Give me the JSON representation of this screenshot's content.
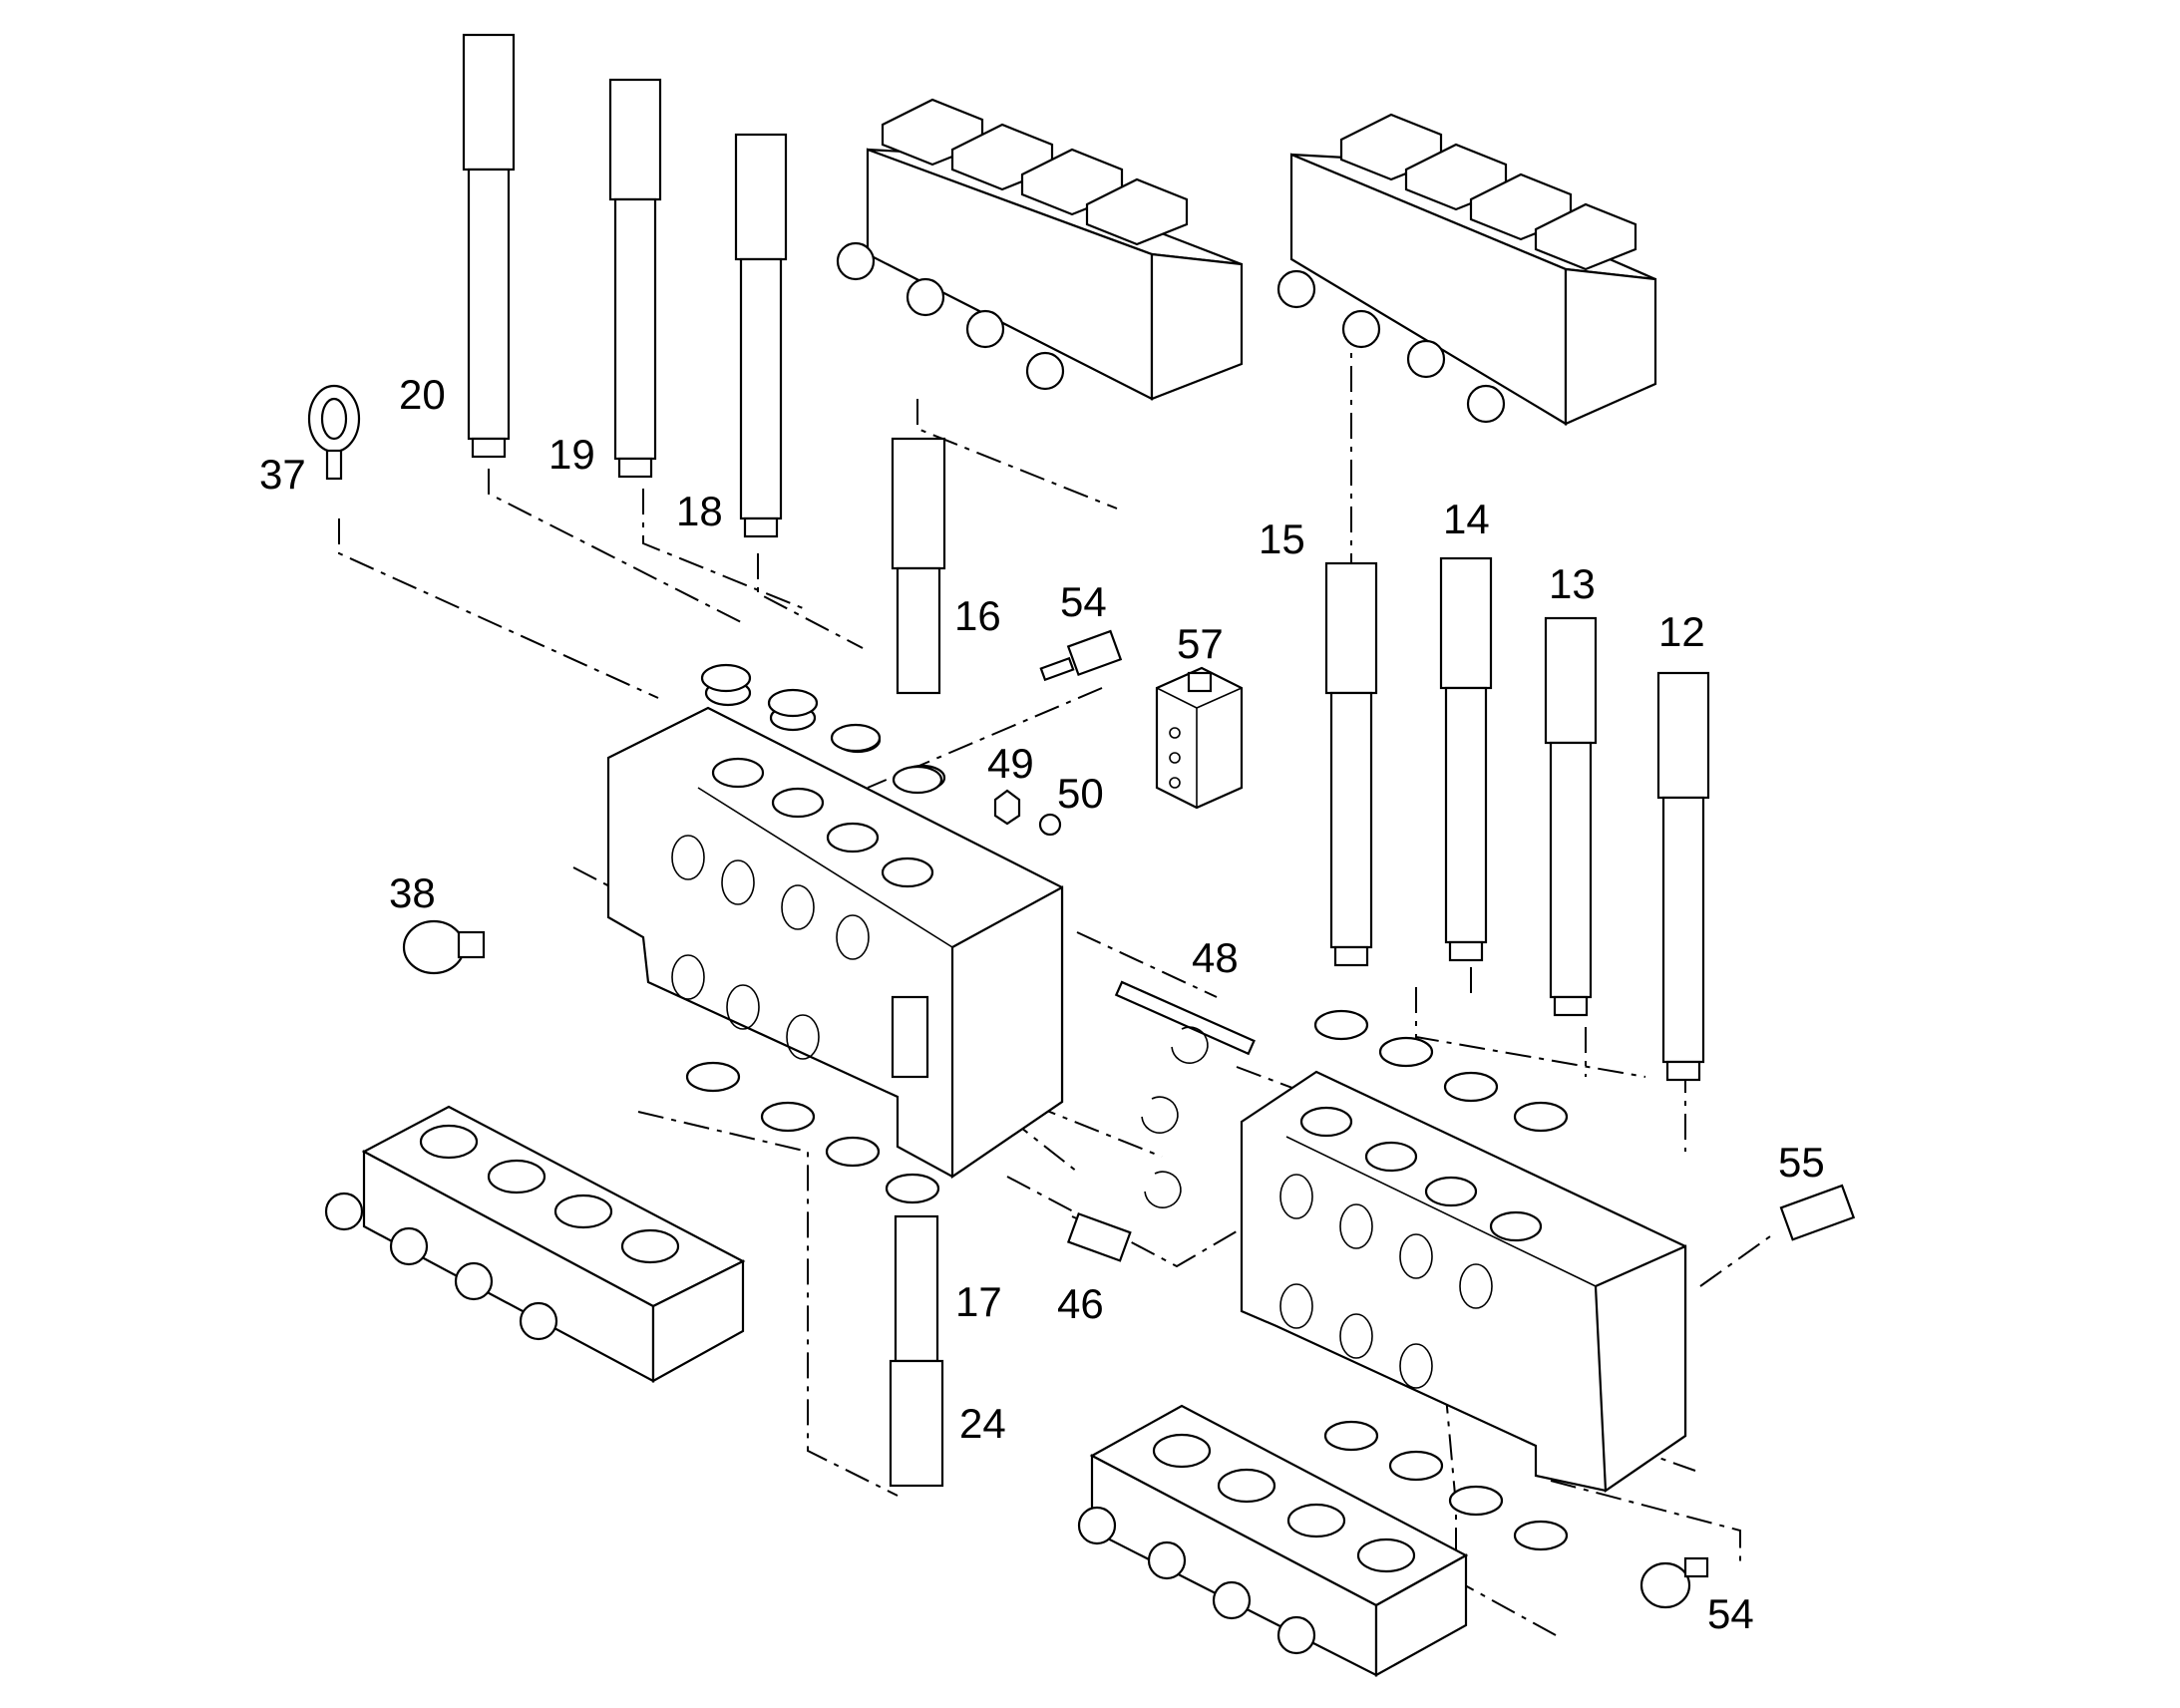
{
  "diagram": {
    "callouts": [
      "20",
      "19",
      "18",
      "37",
      "16",
      "54",
      "57",
      "49",
      "50",
      "15",
      "14",
      "13",
      "12",
      "38",
      "48",
      "55",
      "17",
      "46",
      "24",
      "54"
    ]
  }
}
